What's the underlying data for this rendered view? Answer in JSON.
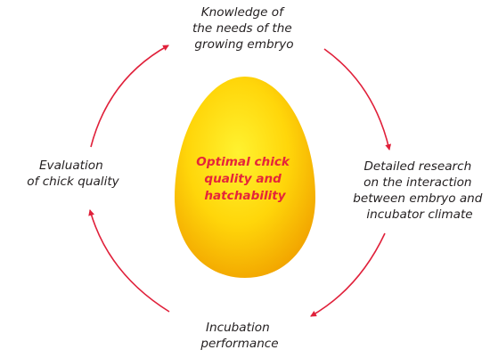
{
  "diagram": {
    "center": {
      "lines": [
        "Optimal chick",
        "quality and",
        "hatchability"
      ]
    },
    "steps": [
      {
        "lines": [
          "Knowledge of",
          "the needs of the",
          "growing embryo"
        ]
      },
      {
        "lines": [
          "Detailed research",
          "on the interaction",
          "between embryo and",
          "incubator climate"
        ]
      },
      {
        "lines": [
          "Incubation",
          "performance"
        ]
      },
      {
        "lines": [
          "Evaluation",
          "of chick quality"
        ]
      }
    ],
    "colors": {
      "arrow": "#e0203a",
      "center_text": "#e5253a",
      "egg_light": "#ffe81a",
      "egg_dark": "#f2a500",
      "label_text": "#231f20"
    }
  }
}
